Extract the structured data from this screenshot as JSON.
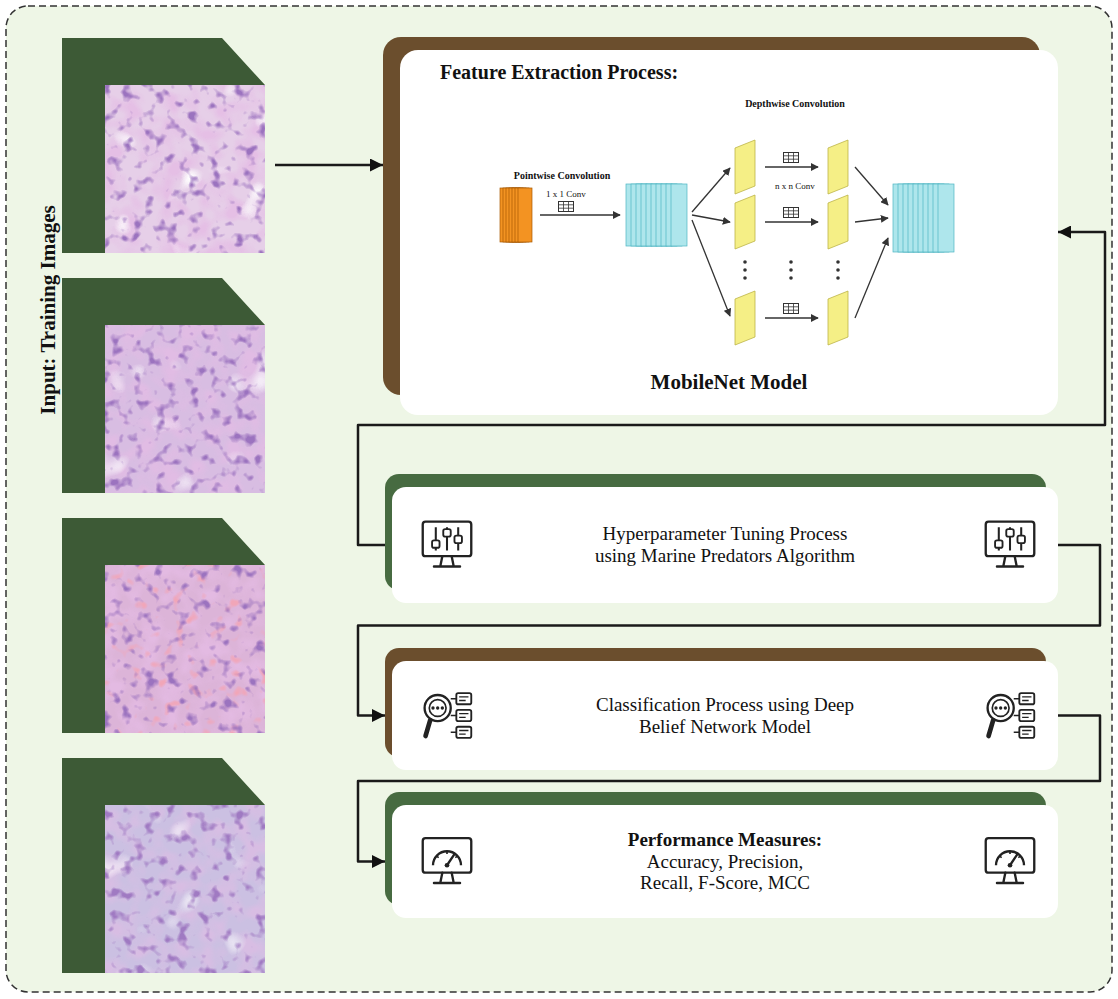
{
  "diagram": {
    "nodes": [
      {
        "text": [
          "Input: Training Images"
        ]
      },
      {
        "text": [
          "Feature Extraction Process:",
          "MobileNet Model"
        ]
      },
      {
        "text": [
          "Hyperparameter Tuning Process using Marine Predators Algorithm"
        ]
      },
      {
        "text": [
          "Classification Process using Deep Belief Network Model"
        ]
      },
      {
        "text": [
          "Performance Measures:",
          "Accuracy, Precision, Recall, F-Score, MCC"
        ]
      }
    ],
    "edges": [
      {
        "from": 0,
        "to": 1,
        "arrow": "to"
      },
      {
        "from": 2,
        "to": 1,
        "arrow": "to"
      },
      {
        "from": 2,
        "to": 3,
        "arrow": "to"
      },
      {
        "from": 3,
        "to": 4,
        "arrow": "to"
      }
    ],
    "labels": [
      "Pointwise Convolution",
      "1 x 1 Conv",
      "Depthwise Convolution",
      "n x n Conv"
    ]
  }
}
